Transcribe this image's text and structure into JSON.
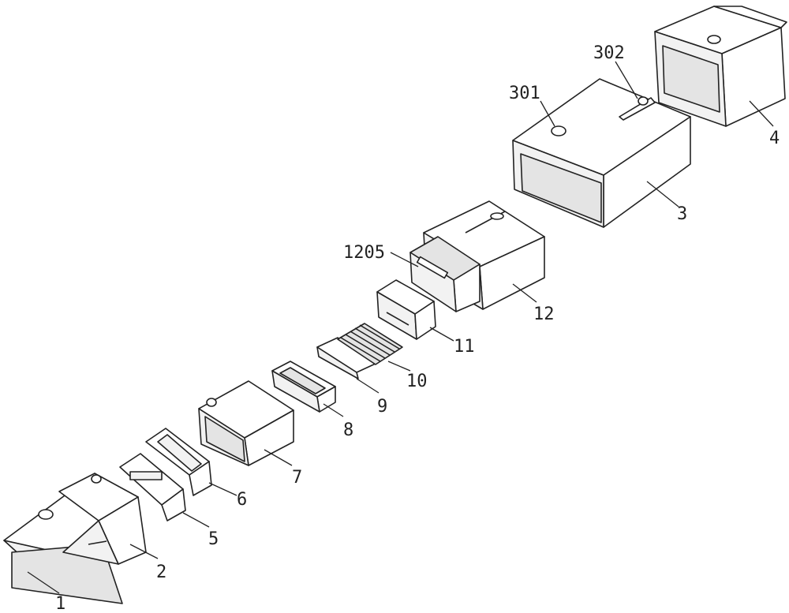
{
  "diagram": {
    "labels": {
      "p1": "1",
      "p2": "2",
      "p3": "3",
      "p301": "301",
      "p302": "302",
      "p4": "4",
      "p5": "5",
      "p6": "6",
      "p7": "7",
      "p8": "8",
      "p9": "9",
      "p10": "10",
      "p11": "11",
      "p12": "12",
      "p1205": "1205"
    }
  }
}
